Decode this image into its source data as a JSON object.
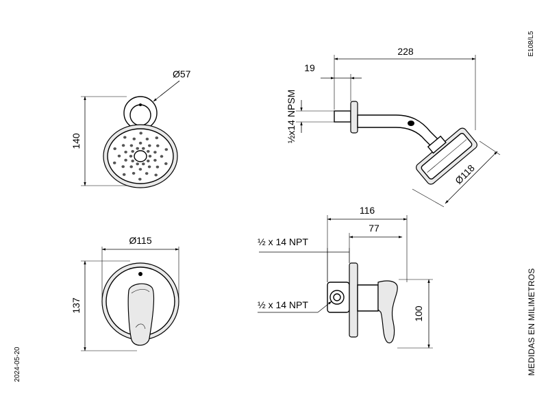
{
  "sheet": {
    "code": "E108/L5",
    "date": "2024-05-20",
    "units": "MEDIDAS EN MILIMETROS"
  },
  "shower_head_front": {
    "flange_diameter": "Ø57",
    "height": "140"
  },
  "shower_arm_side": {
    "overall_length": "228",
    "flange_depth": "19",
    "thread": "½x14 NPSM",
    "head_diameter": "Ø118"
  },
  "valve_front": {
    "plate_diameter": "Ø115",
    "height": "137"
  },
  "valve_side": {
    "overall_depth": "116",
    "handle_depth": "77",
    "thread_top": "½ x 14 NPT",
    "thread_bottom": "½ x 14 NPT",
    "height": "100"
  }
}
